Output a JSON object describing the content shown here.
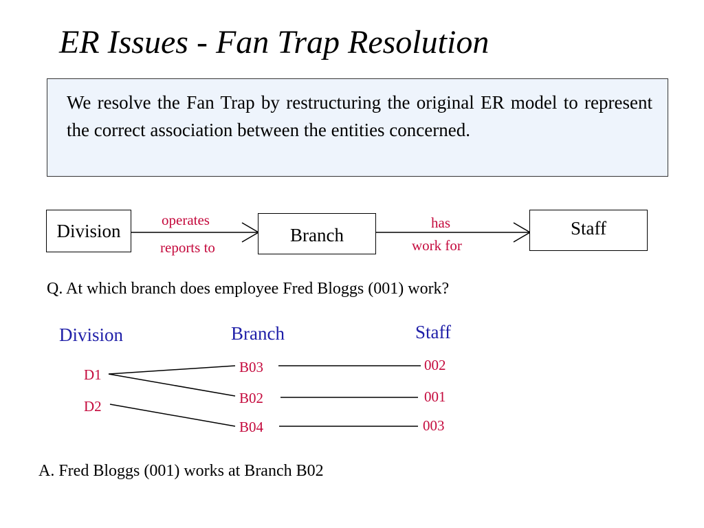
{
  "title": "ER Issues - Fan Trap Resolution",
  "callout": {
    "text": "We resolve the Fan Trap by restructuring the original ER model to represent the correct association between the entities concerned."
  },
  "er_model": {
    "entities": [
      "Division",
      "Branch",
      "Staff"
    ],
    "relationships": [
      {
        "from": "Division",
        "to": "Branch",
        "label_above": "operates",
        "label_below": "reports to",
        "many_end": "Branch"
      },
      {
        "from": "Branch",
        "to": "Staff",
        "label_above": "has",
        "label_below": "work for",
        "many_end": "Staff"
      }
    ]
  },
  "question": "Q. At which branch does employee Fred Bloggs (001) work?",
  "instances": {
    "headers": [
      "Division",
      "Branch",
      "Staff"
    ],
    "divisions": [
      "D1",
      "D2"
    ],
    "branches": [
      "B03",
      "B02",
      "B04"
    ],
    "staff": [
      "002",
      "001",
      "003"
    ],
    "links": [
      {
        "from": "D1",
        "to": "B03"
      },
      {
        "from": "D1",
        "to": "B02"
      },
      {
        "from": "D2",
        "to": "B04"
      },
      {
        "from": "B03",
        "to": "002"
      },
      {
        "from": "B02",
        "to": "001"
      },
      {
        "from": "B04",
        "to": "003"
      }
    ]
  },
  "answer": "A. Fred Bloggs (001) works at Branch B02",
  "colors": {
    "relationship_label": "#c4093c",
    "instance_header": "#1f1fa8",
    "callout_background": "#eef4fc"
  }
}
